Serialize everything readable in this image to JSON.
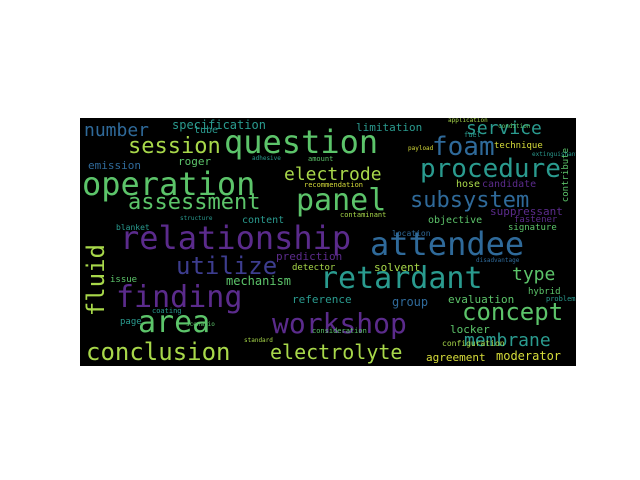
{
  "palette": {
    "purple": "#5b2b8c",
    "indigo": "#3d3d8f",
    "blue": "#2f6a9a",
    "teal": "#2a9b8f",
    "green": "#5cc46a",
    "lime": "#a8d84a",
    "yellow": "#d6dc3a"
  },
  "words": {
    "relationship": "relationship",
    "attendee": "attendee",
    "operation": "operation",
    "question": "question",
    "workshop": "workshop",
    "finding": "finding",
    "area": "area",
    "retardant": "retardant",
    "panel": "panel",
    "foam": "foam",
    "procedure": "procedure",
    "concept": "concept",
    "conclusion": "conclusion",
    "utilize": "utilize",
    "assessment": "assessment",
    "subsystem": "subsystem",
    "session": "session",
    "electrode": "electrode",
    "electrolyte": "electrolyte",
    "membrane": "membrane",
    "fluid": "fluid",
    "service": "service",
    "number": "number",
    "type": "type",
    "mechanism": "mechanism",
    "specification": "specification",
    "limitation": "limitation",
    "moderator": "moderator",
    "agreement": "agreement",
    "evaluation": "evaluation",
    "reference": "reference",
    "group": "group",
    "locker": "locker",
    "solvent": "solvent",
    "detector": "detector",
    "prediction": "prediction",
    "content": "content",
    "objective": "objective",
    "candidate": "candidate",
    "suppressant": "suppressant",
    "hose": "hose",
    "emission": "emission",
    "roger": "roger",
    "tube": "tube",
    "technique": "technique",
    "recommendation": "recommendation",
    "page": "page",
    "issue": "issue",
    "coating": "coating",
    "blanket": "blanket",
    "hybrid": "hybrid",
    "configuration": "configuration",
    "fastener": "fastener",
    "signature": "signature",
    "contribute": "contribute",
    "improvement": "improvement",
    "consideration": "consideration",
    "location": "location",
    "contaminant": "contaminant",
    "amount": "amount",
    "adhesive": "adhesive",
    "application": "application",
    "fuel": "fuel",
    "payload": "payload",
    "problem": "problem",
    "structure": "structure",
    "standard": "standard",
    "scenario": "scenario",
    "condition": "condition",
    "disadvantage": "disadvantage",
    "extinguishant": "extinguishant"
  }
}
